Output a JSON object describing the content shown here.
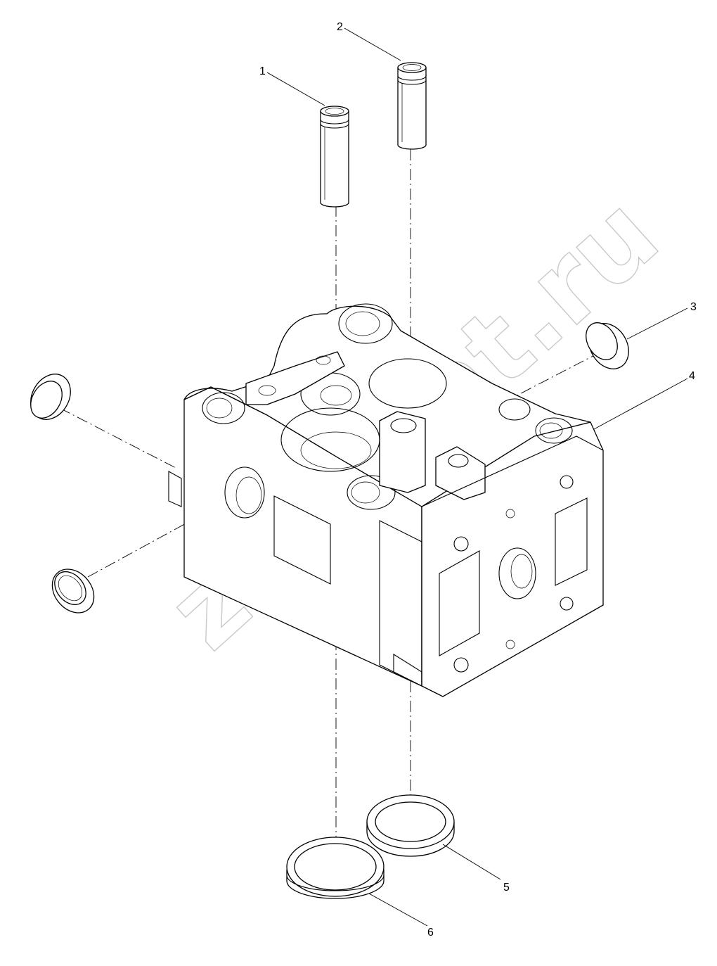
{
  "diagram": {
    "callouts": [
      {
        "id": "1",
        "label": "1"
      },
      {
        "id": "2",
        "label": "2"
      },
      {
        "id": "3",
        "label": "3"
      },
      {
        "id": "4",
        "label": "4"
      },
      {
        "id": "5",
        "label": "5"
      },
      {
        "id": "6",
        "label": "6"
      }
    ],
    "watermark": "zap-kat.ru"
  }
}
